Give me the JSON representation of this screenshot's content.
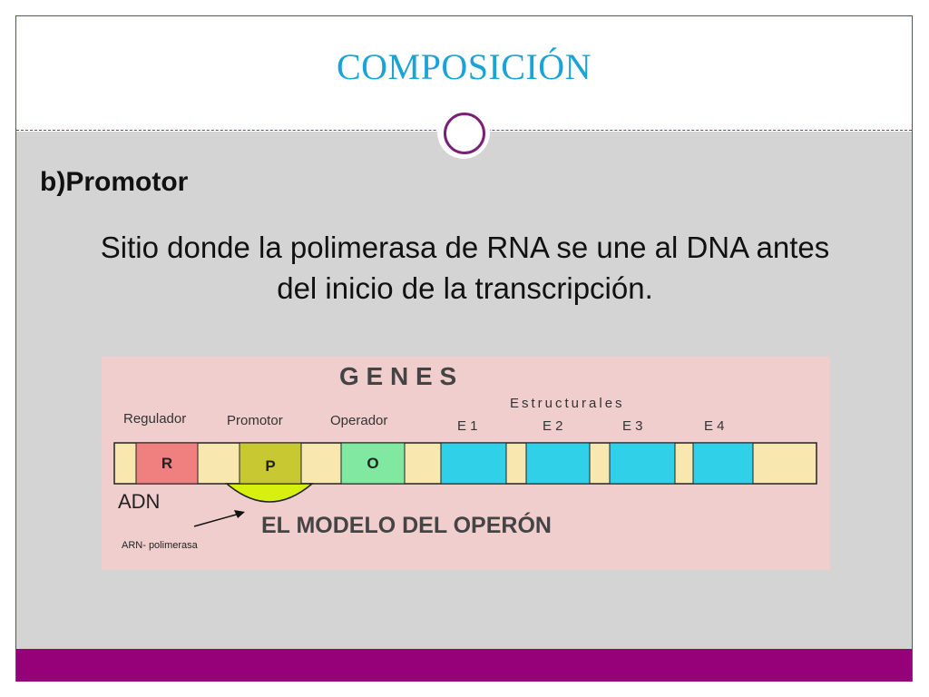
{
  "slide": {
    "title": "COMPOSICIÓN",
    "subheading": "b)Promotor",
    "body_line1": "Sitio donde la polimerasa de RNA se une al DNA antes",
    "body_line2": "del inicio de la transcripción."
  },
  "diagram": {
    "genes_title": "G E N E S",
    "structural_label": "Estructurales",
    "region_labels": [
      "Regulador",
      "Promotor",
      "Operador",
      "E 1",
      "E 2",
      "E 3",
      "E 4"
    ],
    "box_letters": [
      "R",
      "P",
      "O"
    ],
    "dna_label": "ADN",
    "polymerase_label": "ARN- polimerasa",
    "model_caption": "EL MODELO DEL OPERÓN"
  },
  "colors": {
    "title": "#1aa3d6",
    "accent": "#960079",
    "regulator_box": "#f08080",
    "promoter_box": "#c8c832",
    "operator_box": "#80e8a0",
    "gene_box": "#30d0e8",
    "dna_strand": "#f8e8b0",
    "polymerase": "#d8f010"
  }
}
